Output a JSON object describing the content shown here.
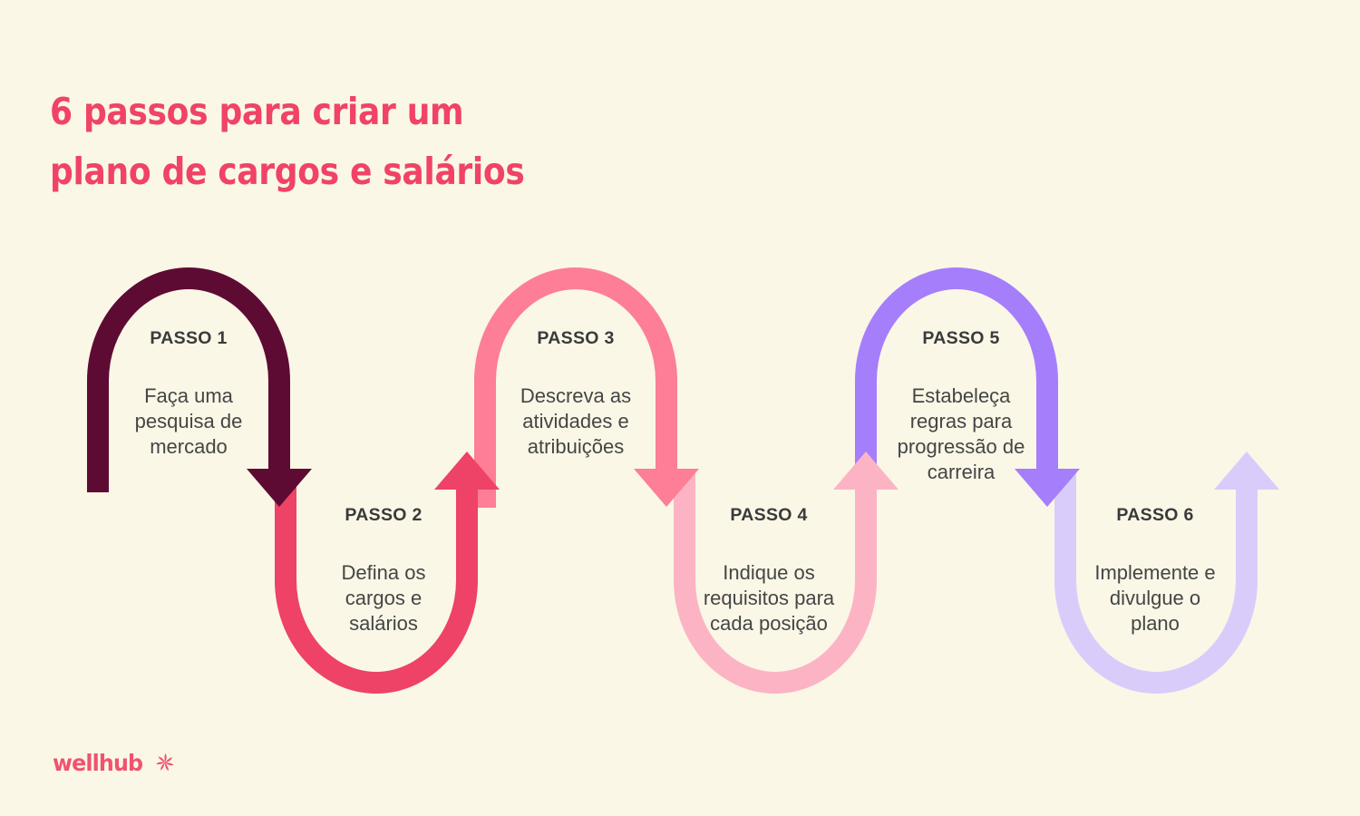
{
  "page": {
    "background_color": "#FAF7E7",
    "title_lines": [
      "6 passos para criar um",
      "plano de cargos e salários"
    ],
    "title_color": "#F04365",
    "text_color": "#454545"
  },
  "steps": [
    {
      "label": "PASSO 1",
      "description": "Faça uma\npesquisa de\nmercado",
      "color": "#5E0B33",
      "shape": "arch-down",
      "arrow": "down-right"
    },
    {
      "label": "PASSO 2",
      "description": "Defina os\ncargos e\nsalários",
      "color": "#EE4266",
      "shape": "u-up",
      "arrow": "up-right"
    },
    {
      "label": "PASSO 3",
      "description": "Descreva as\natividades e\natribuições",
      "color": "#FD7E96",
      "shape": "arch-down",
      "arrow": "down-right"
    },
    {
      "label": "PASSO 4",
      "description": "Indique os\nrequisitos para\ncada posição",
      "color": "#FCB4C4",
      "shape": "u-up",
      "arrow": "up-right"
    },
    {
      "label": "PASSO 5",
      "description": "Estabeleça\nregras para\nprogressão de\ncarreira",
      "color": "#A57EFB",
      "shape": "arch-down",
      "arrow": "down-right"
    },
    {
      "label": "PASSO 6",
      "description": "Implemente e\ndivulgue o\nplano",
      "color": "#D9CCFB",
      "shape": "u-up",
      "arrow": "up-right"
    }
  ],
  "footer": {
    "brand": "wellhub",
    "brand_color": "#F0536E",
    "mark": "pinwheel-icon"
  }
}
